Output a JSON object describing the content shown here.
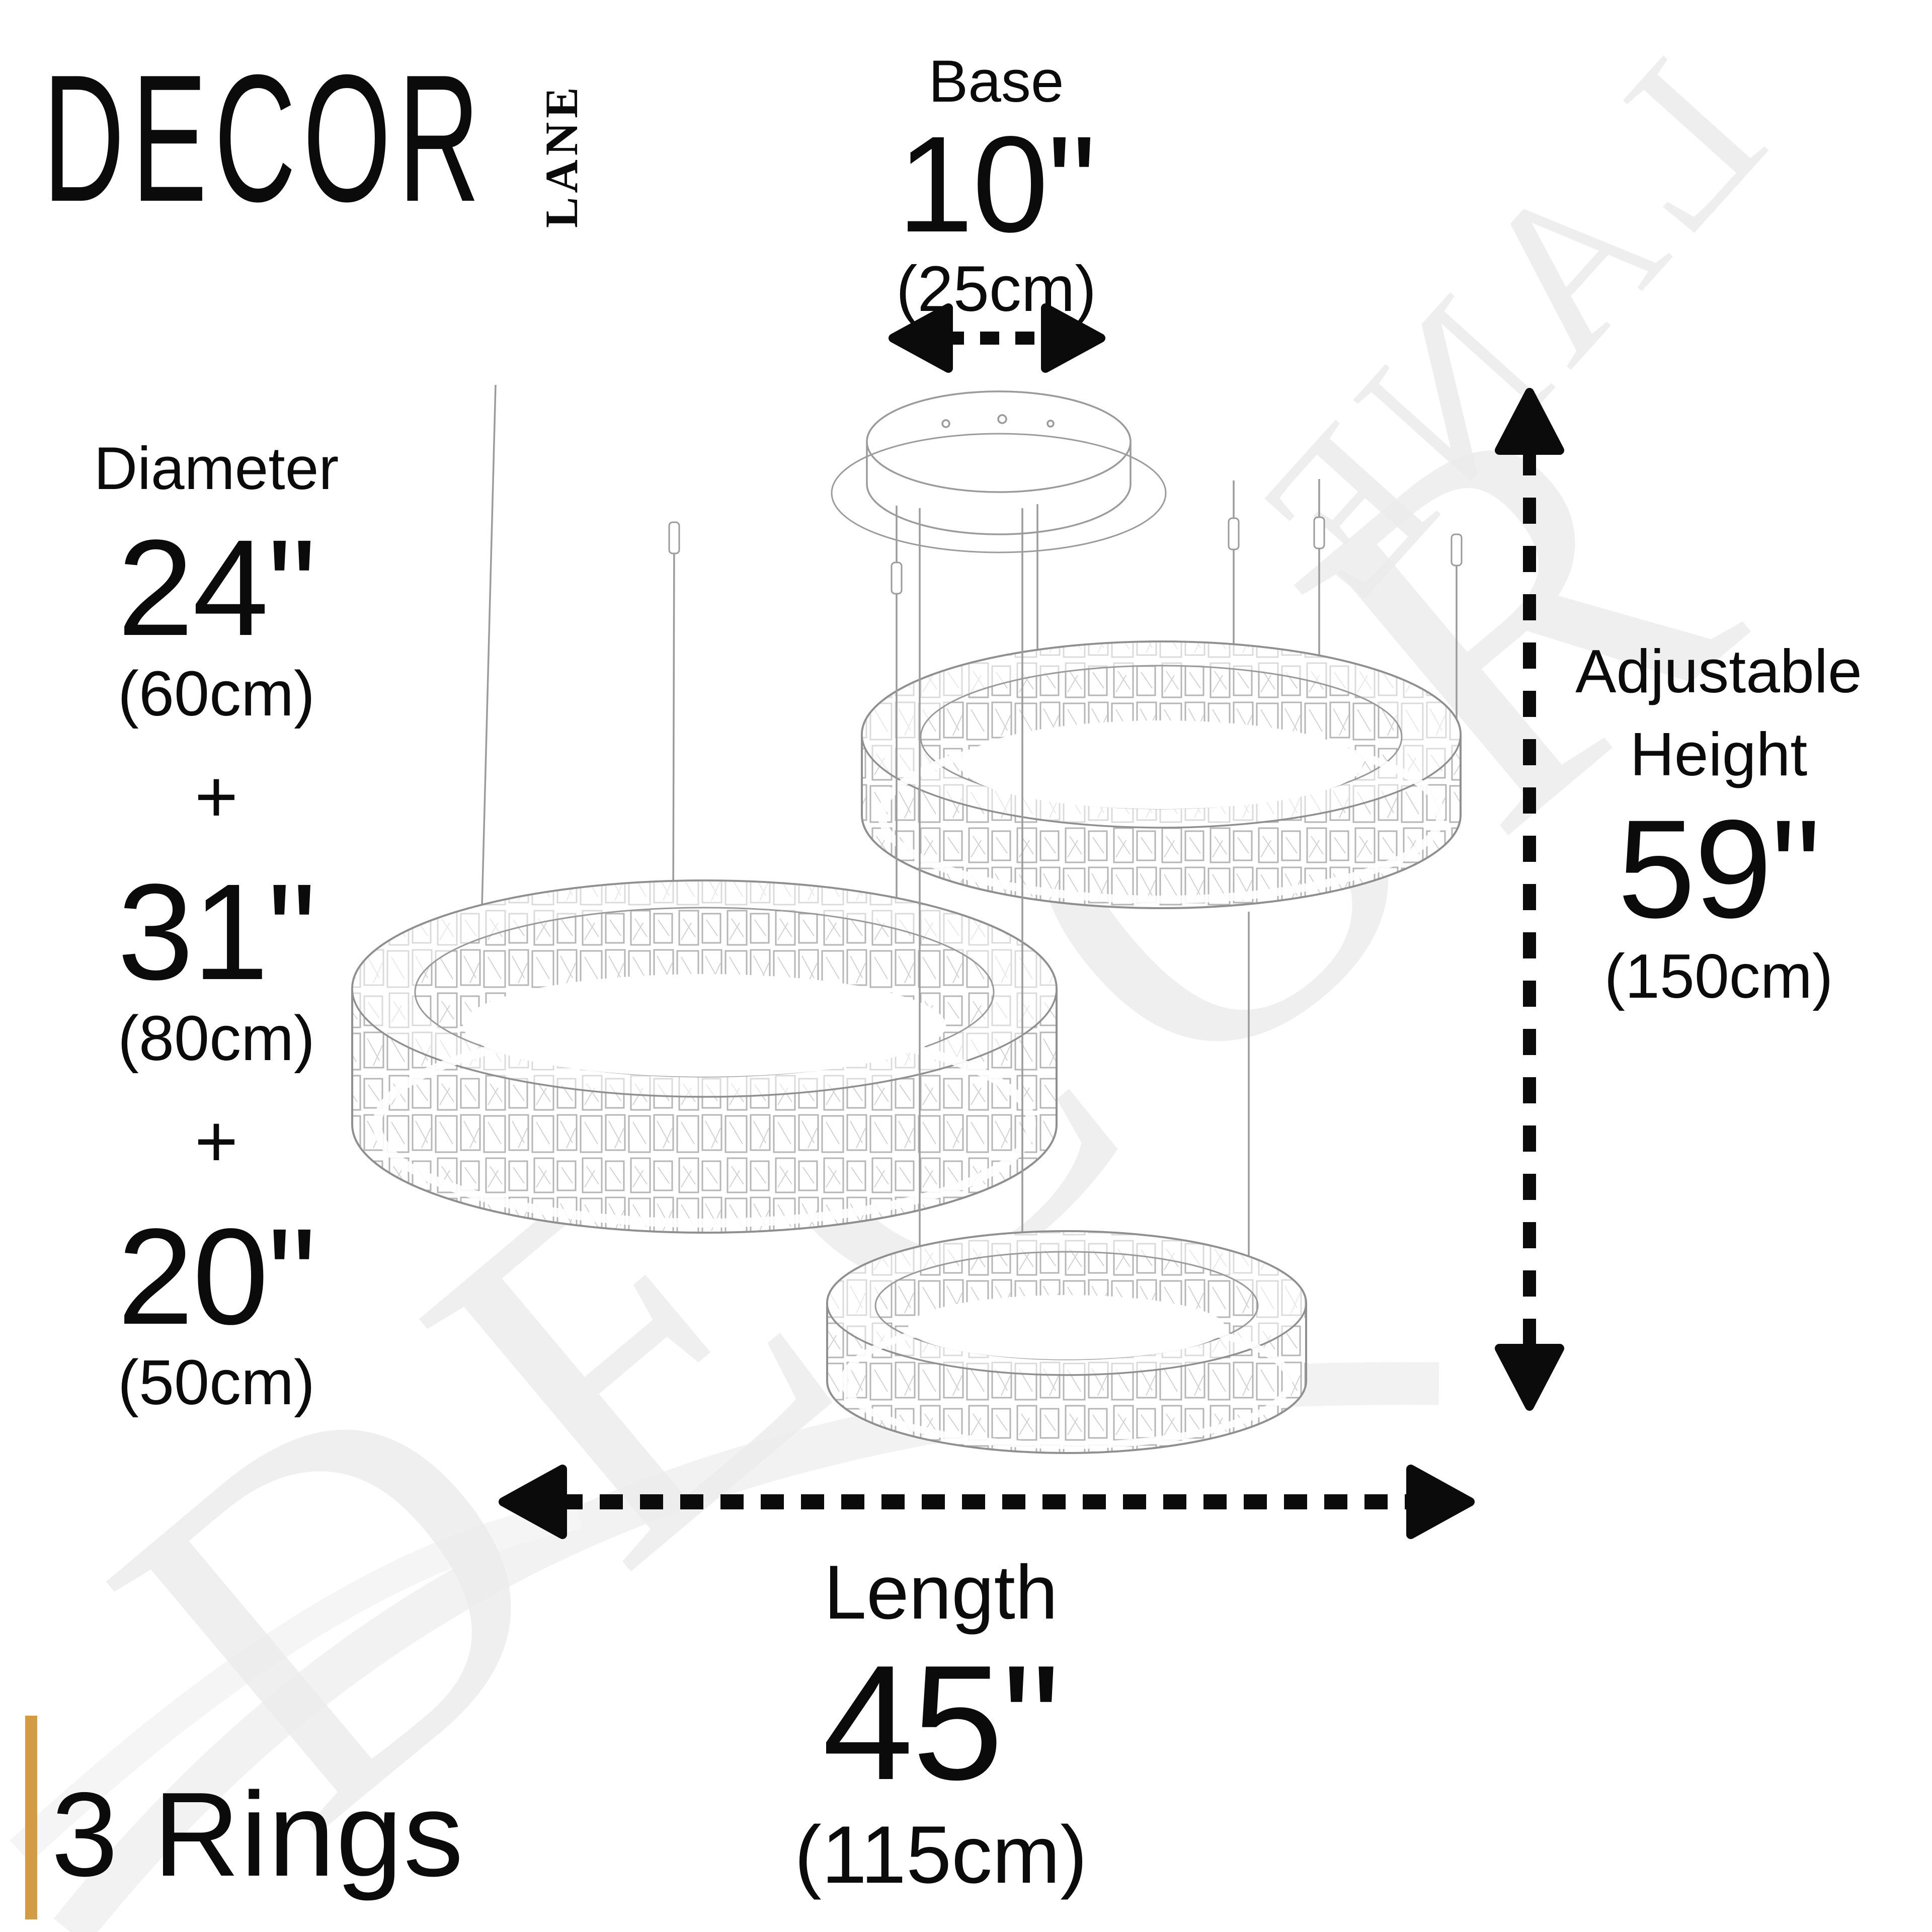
{
  "logo": {
    "brand": "DECOR",
    "sub": "LANE"
  },
  "base": {
    "label": "Base",
    "inches": "10\"",
    "cm": "(25cm)"
  },
  "diameter": {
    "label": "Diameter",
    "separator": "+",
    "rings": [
      {
        "inches": "24\"",
        "cm": "(60cm)"
      },
      {
        "inches": "31\"",
        "cm": "(80cm)"
      },
      {
        "inches": "20\"",
        "cm": "(50cm)"
      }
    ]
  },
  "height": {
    "label_line1": "Adjustable",
    "label_line2": "Height",
    "inches": "59\"",
    "cm": "(150cm)"
  },
  "length": {
    "label": "Length",
    "inches": "45\"",
    "cm": "(115cm)"
  },
  "footer": {
    "rings_label": "3 Rings"
  },
  "watermark": {
    "brand": "DECOR",
    "sub": "LANE"
  },
  "colors": {
    "accent_gold": "#D29B45",
    "ink": "#0B0B0B",
    "sketch_gray": "#9B9B9B",
    "watermark_gray": "#ECECEC"
  }
}
